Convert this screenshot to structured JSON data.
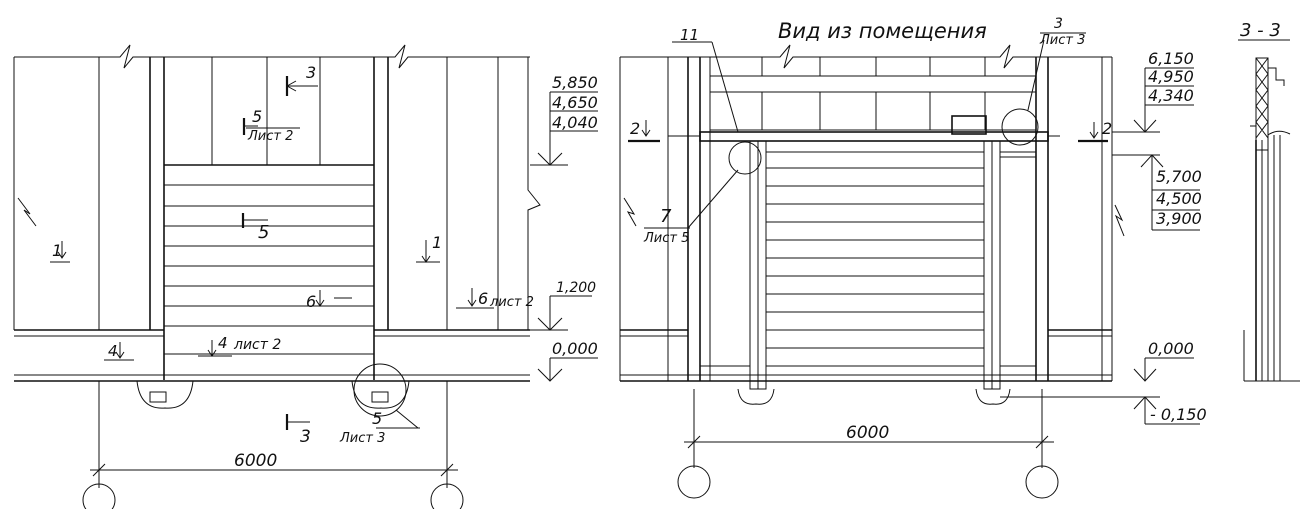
{
  "left_view": {
    "elevations": [
      "5,850",
      "4,650",
      "4,040",
      "1,200",
      "0,000"
    ],
    "callouts": {
      "section3_top": "3",
      "sheet2_top_num": "5",
      "sheet2_top": "Лист 2",
      "panel_5": "5",
      "mark_6": "6",
      "mark_1_left": "1",
      "mark_1_right": "1",
      "mark_6_right_num": "6",
      "mark_6_right_sheet": "лист 2",
      "mark_4_left": "4",
      "mark_4_num": "4",
      "mark_4_sheet": "лист 2",
      "section3_bottom": "3",
      "node5_num": "5",
      "node5_sheet": "Лист 3"
    },
    "dimension": "6000"
  },
  "middle_view": {
    "title": "Вид из помещения",
    "elevations_upper": [
      "6,150",
      "4,950",
      "4,340"
    ],
    "elevations_lower": [
      "5,700",
      "4,500",
      "3,900"
    ],
    "elevation_zero": "0,000",
    "elevation_minus": "- 0,150",
    "callouts": {
      "lintel_11": "11",
      "node3_num": "3",
      "node3_sheet": "Лист 3",
      "section2_left": "2",
      "section2_right": "2",
      "node7_num": "7",
      "node7_sheet": "Лист 5"
    },
    "dimension": "6000"
  },
  "right_view": {
    "title": "3 - 3"
  }
}
